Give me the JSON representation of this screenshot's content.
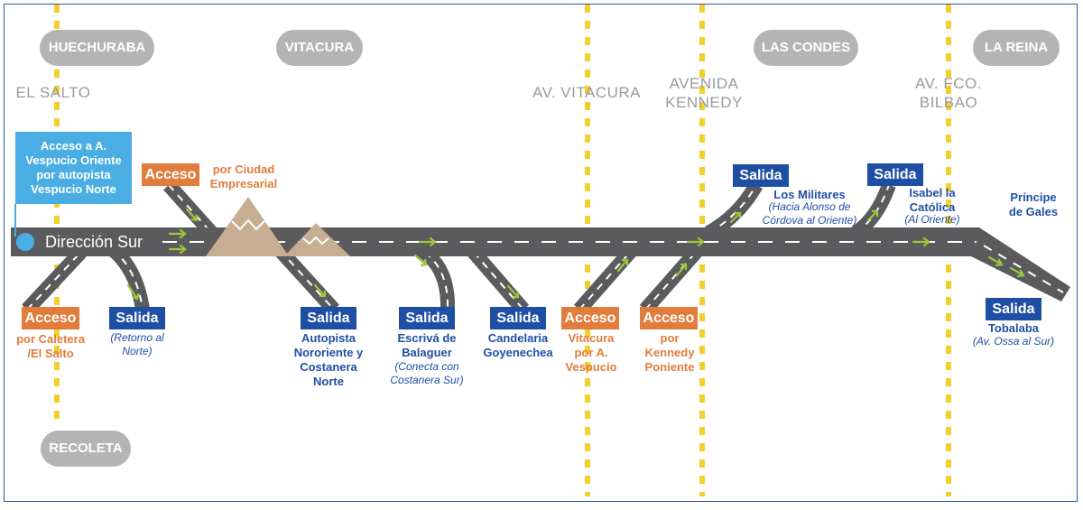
{
  "communes": {
    "huechuraba": "HUECHURABA",
    "vitacura": "VITACURA",
    "las_condes": "LAS CONDES",
    "la_reina": "LA REINA",
    "recoleta": "RECOLETA"
  },
  "streets": {
    "el_salto": "EL SALTO",
    "av_vitacura": "AV. VITACURA",
    "kennedy_1": "AVENIDA",
    "kennedy_2": "KENNEDY",
    "bilbao_1": "AV. FCO.",
    "bilbao_2": "BILBAO"
  },
  "highway": {
    "direction": "Dirección Sur",
    "access_callout": [
      "Acceso a A.",
      "Vespucio Oriente",
      "por autopista",
      "Vespucio Norte"
    ]
  },
  "tags": {
    "salida": "Salida",
    "acceso": "Acceso"
  },
  "ramps": {
    "ciudad_empresarial": {
      "line1": "por Ciudad",
      "line2": "Empresarial"
    },
    "caletera": {
      "line1": "por Caletera",
      "line2": "/El Salto"
    },
    "retorno": {
      "line1": "(Retorno al",
      "line2": "Norte)"
    },
    "nororiente": {
      "line1": "Autopista",
      "line2": "Nororiente y",
      "line3": "Costanera",
      "line4": "Norte"
    },
    "escriva": {
      "line1": "Escrivá de",
      "line2": "Balaguer",
      "note1": "(Conecta con",
      "note2": "Costanera Sur)"
    },
    "candelaria": {
      "line1": "Candelaria",
      "line2": "Goyenechea"
    },
    "vitacura_acc": {
      "line1": "Vitacura",
      "line2": "por A.",
      "line3": "Vespucio"
    },
    "kennedy_acc": {
      "line1": "por",
      "line2": "Kennedy",
      "line3": "Poniente"
    },
    "militares": {
      "line1": "Los Militares",
      "note1": "(Hacia Alonso de",
      "note2": "Córdova al Oriente)"
    },
    "isabel": {
      "line1": "Isabel la",
      "line2": "Católica",
      "note1": "(Al Oriente)"
    },
    "principe": {
      "line1": "Príncipe",
      "line2": "de Gales"
    },
    "tobalaba": {
      "line1": "Tobalaba",
      "note1": "(Av. Ossa al Sur)"
    }
  },
  "colors": {
    "road": "#5b5b5d",
    "lane_mark": "#ffffff",
    "boundary": "#f3cf2d",
    "arrow": "#9cc63b",
    "exit": "#1f4fa5",
    "access": "#e07c3c",
    "callout": "#4aade3",
    "pill": "#b4b4b4",
    "mountain": "#c7ad92"
  }
}
